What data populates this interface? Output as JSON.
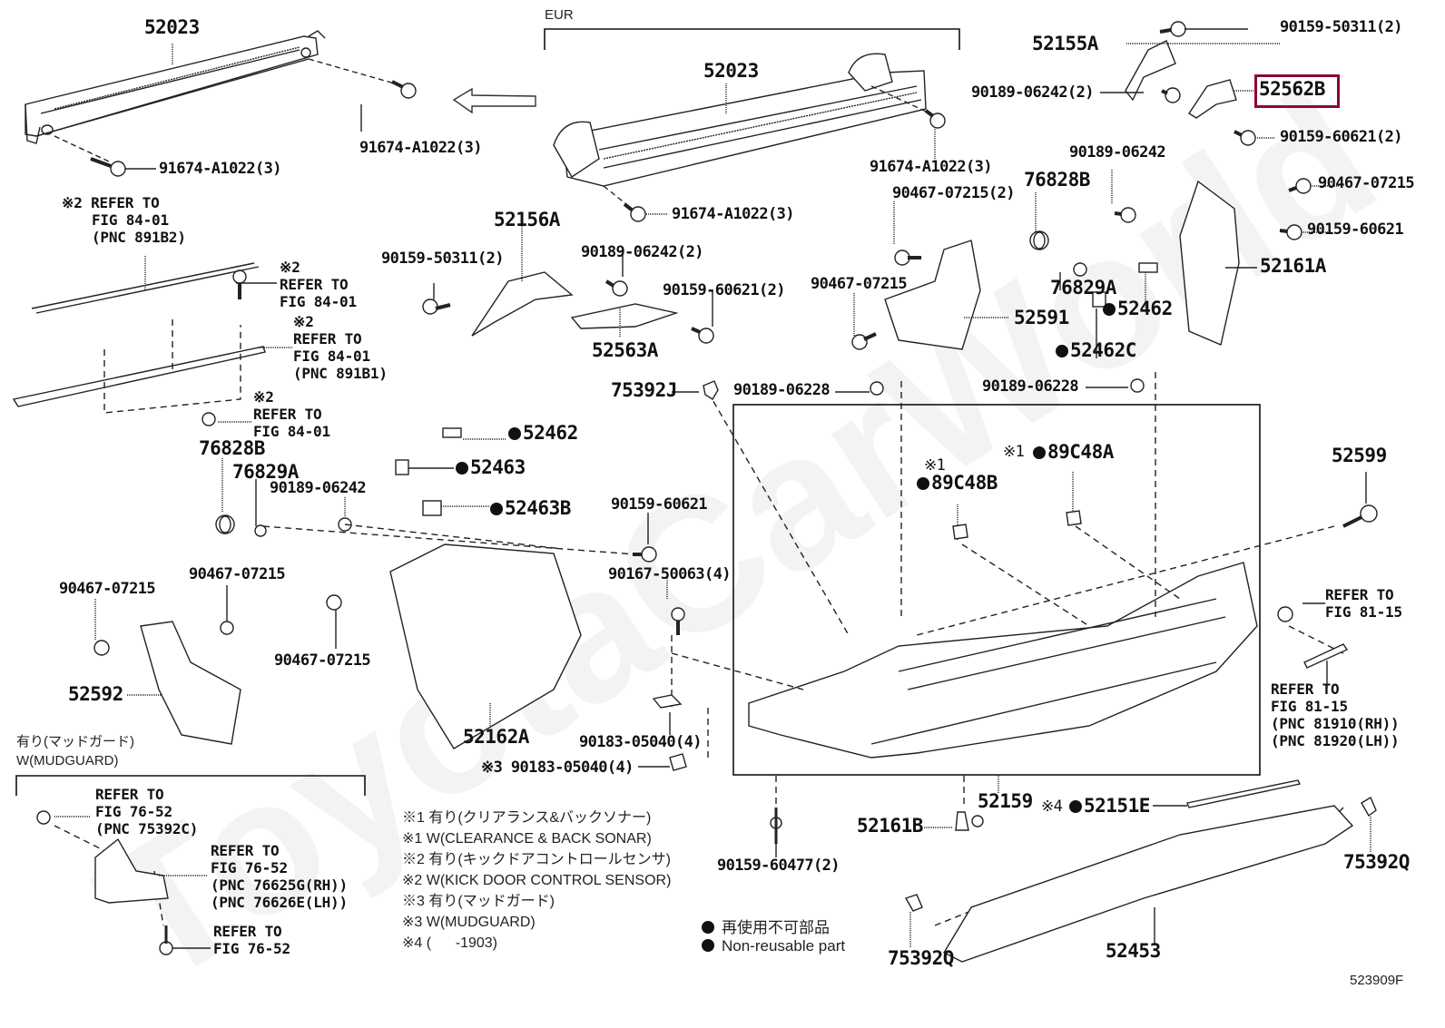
{
  "diagram": {
    "figure_code": "523909F",
    "watermark": "ToyotaCarWorld",
    "region_label": "EUR",
    "highlighted_part": "52562B",
    "highlight_color": "#8b0a2e"
  },
  "labels": {
    "reinf_left": "52023",
    "bolt_left_a": "91674-A1022(3)",
    "bolt_left_b": "91674-A1022(3)",
    "reinf_eur": "52023",
    "bolt_eur_a": "91674-A1022(3)",
    "bolt_eur_b": "91674-A1022(3)",
    "ref_891b2": [
      "※2 REFER TO",
      "FIG 84-01",
      "(PNC 891B2)"
    ],
    "ref_screw": [
      "※2",
      "REFER TO",
      "FIG 84-01"
    ],
    "ref_891b1": [
      "※2",
      "REFER TO",
      "FIG 84-01",
      "(PNC 891B1)"
    ],
    "ref_clip": [
      "※2",
      "REFER TO",
      "FIG 84-01"
    ],
    "p_76828B_l": "76828B",
    "p_76829A_l": "76829A",
    "p_90189_06242_l": "90189-06242",
    "p_90159_50311_m": "90159-50311(2)",
    "p_52156A": "52156A",
    "p_90189_06242_2m": "90189-06242(2)",
    "p_90159_60621_2m": "90159-60621(2)",
    "p_52563A": "52563A",
    "p_52155A": "52155A",
    "p_90159_50311_r": "90159-50311(2)",
    "p_90189_06242_2r": "90189-06242(2)",
    "p_52562B": "52562B",
    "p_90159_60621_2r": "90159-60621(2)",
    "p_90189_06242_r": "90189-06242",
    "p_76828B_r": "76828B",
    "p_90467_07215_r": "90467-07215",
    "p_90159_60621_r": "90159-60621",
    "p_52161A": "52161A",
    "p_90467_07215_2": "90467-07215(2)",
    "p_90467_07215_m": "90467-07215",
    "p_52591": "52591",
    "p_76829A_r": "76829A",
    "p_52462_r": "52462",
    "p_52462C": "52462C",
    "p_75392J": "75392J",
    "p_90189_06228_a": "90189-06228",
    "p_90189_06228_b": "90189-06228",
    "p_52462_m": "52462",
    "p_52463": "52463",
    "p_52463B": "52463B",
    "p_90159_60621_m": "90159-60621",
    "p_90167_50063": "90167-50063(4)",
    "p_90467_07215_a": "90467-07215",
    "p_90467_07215_b": "90467-07215",
    "p_90467_07215_c": "90467-07215",
    "p_52592": "52592",
    "p_52162A": "52162A",
    "p_90183_05040": "90183-05040(4)",
    "p_90183_05040_3": "※3 90183-05040(4)",
    "p_89C48A": "89C48A",
    "p_89C48A_mark": "※1",
    "p_89C48B": "89C48B",
    "p_89C48B_mark": "※1",
    "p_52599": "52599",
    "ref_8115": [
      "REFER TO",
      "FIG 81-15"
    ],
    "ref_81910": [
      "REFER TO",
      "FIG 81-15",
      "(PNC 81910(RH))",
      "(PNC 81920(LH))"
    ],
    "p_52159": "52159",
    "p_52161B": "52161B",
    "p_52151E_mark": "※4",
    "p_52151E": "52151E",
    "p_90159_60477": "90159-60477(2)",
    "p_75392Q_r": "75392Q",
    "p_75392Q_l": "75392Q",
    "p_52453": "52453",
    "mudguard_jp": "有り(マッドガード)",
    "mudguard_en": "W(MUDGUARD)",
    "ref_75392C": [
      "REFER TO",
      "FIG 76-52",
      "(PNC 75392C)"
    ],
    "ref_7662": [
      "REFER TO",
      "FIG 76-52",
      "(PNC 76625G(RH))",
      "(PNC 76626E(LH))"
    ],
    "ref_7652": [
      "REFER TO",
      "FIG 76-52"
    ]
  },
  "notes": [
    "※1 有り(クリアランス&バックソナー)",
    "※1 W(CLEARANCE & BACK SONAR)",
    "※2 有り(キックドアコントロールセンサ)",
    "※2 W(KICK DOOR CONTROL SENSOR)",
    "※3 有り(マッドガード)",
    "※3 W(MUDGUARD)",
    "※4 (      -1903)"
  ],
  "legend": {
    "jp": "再使用不可部品",
    "en": "Non-reusable part"
  }
}
